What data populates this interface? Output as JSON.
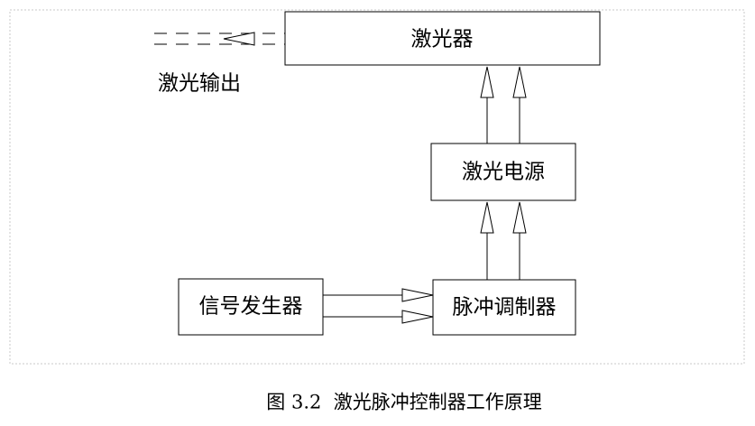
{
  "blocks": {
    "laser": "激光器",
    "laser_power": "激光电源",
    "pulse_modulator": "脉冲调制器",
    "signal_generator": "信号发生器"
  },
  "laser_output_label": "激光输出",
  "caption": "图 3.2  激光脉冲控制器工作原理"
}
